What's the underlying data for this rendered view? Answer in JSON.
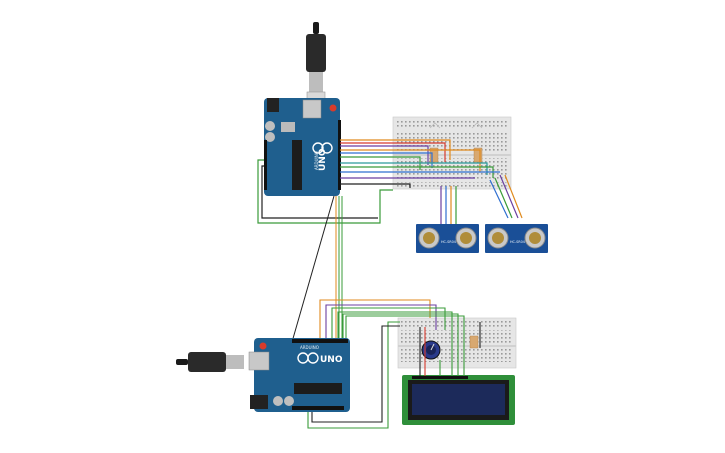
{
  "colors": {
    "board_blue": "#1f5f8e",
    "board_blue_dark": "#174a70",
    "breadboard": "#e6e6e6",
    "lcd_green": "#2f8f3a",
    "lcd_screen": "#1c2a5a",
    "sensor_blue": "#1a4f97",
    "wire_red": "#d73a2e",
    "wire_purple": "#6b3fa0",
    "wire_orange": "#e08a1e",
    "wire_green": "#3a9b3a",
    "wire_blue": "#2f6fd0",
    "wire_black": "#222222",
    "wire_teal": "#2a9a9a"
  },
  "boards": {
    "top": {
      "label": "UNO",
      "brand": "ARDUINO"
    },
    "bottom": {
      "label": "UNO",
      "brand": "ARDUINO"
    }
  },
  "sensors": [
    {
      "label": "HC-SR04"
    },
    {
      "label": "HC-SR04"
    }
  ],
  "icons": {
    "usb_top": "usb-cable-icon",
    "usb_bottom": "usb-cable-icon",
    "potentiometer": "potentiometer-icon"
  }
}
